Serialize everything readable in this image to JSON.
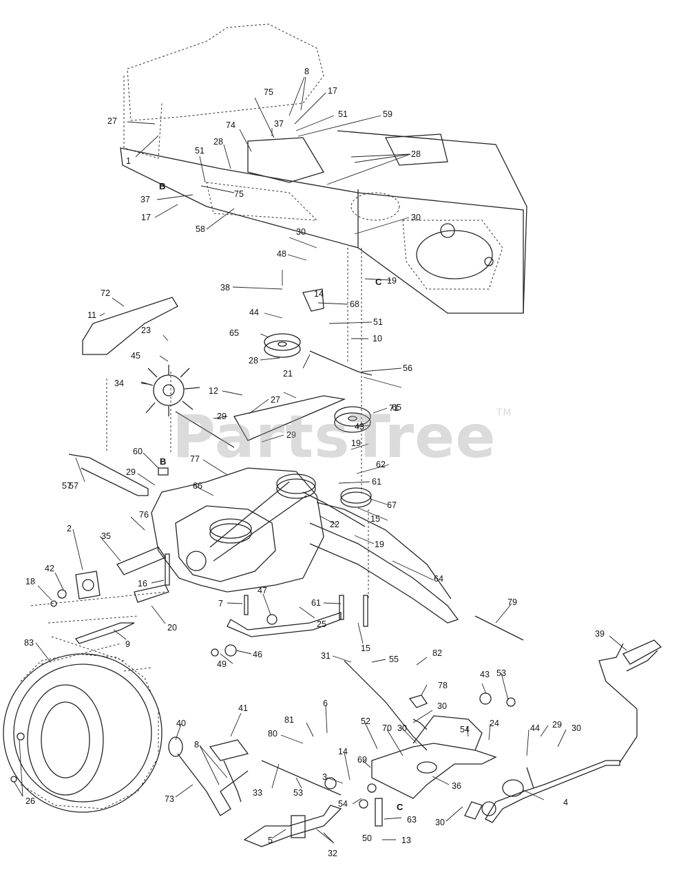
{
  "watermark": {
    "text": "PartsTree",
    "trademark": "TM"
  },
  "section_letters": [
    "B",
    "B",
    "C",
    "C"
  ],
  "callouts": [
    "8",
    "17",
    "75",
    "51",
    "59",
    "27",
    "74",
    "37",
    "28",
    "28",
    "1",
    "51",
    "75",
    "37",
    "17",
    "58",
    "30",
    "30",
    "48",
    "19",
    "14",
    "38",
    "68",
    "72",
    "11",
    "44",
    "51",
    "23",
    "65",
    "10",
    "45",
    "28",
    "21",
    "56",
    "34",
    "12",
    "27",
    "71",
    "29",
    "65",
    "57",
    "43",
    "29",
    "19",
    "60",
    "77",
    "62",
    "29",
    "61",
    "57",
    "66",
    "67",
    "15",
    "22",
    "76",
    "35",
    "19",
    "2",
    "42",
    "16",
    "64",
    "18",
    "47",
    "7",
    "61",
    "25",
    "20",
    "79",
    "9",
    "15",
    "83",
    "46",
    "49",
    "31",
    "55",
    "82",
    "39",
    "78",
    "43",
    "53",
    "6",
    "30",
    "54",
    "40",
    "41",
    "81",
    "80",
    "52",
    "70",
    "30",
    "24",
    "44",
    "29",
    "30",
    "8",
    "14",
    "69",
    "3",
    "36",
    "33",
    "53",
    "73",
    "54",
    "50",
    "4",
    "5",
    "63",
    "30",
    "26",
    "32",
    "13"
  ]
}
